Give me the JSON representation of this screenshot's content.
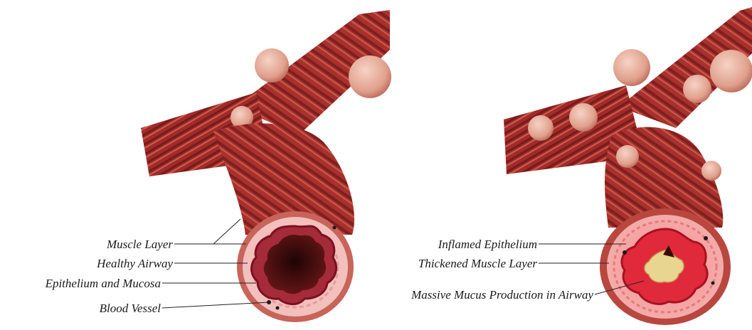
{
  "left_panel": {
    "labels": {
      "muscle_layer": "Muscle Layer",
      "healthy_airway": "Healthy Airway",
      "epithelium_mucosa": "Epithelium and Mucosa",
      "blood_vessel": "Blood Vessel"
    }
  },
  "right_panel": {
    "labels": {
      "inflamed_epithelium": "Inflamed Epithelium",
      "thickened_muscle": "Thickened Muscle Layer",
      "mucus": "Massive Mucus Production in Airway"
    }
  },
  "colors": {
    "muscle_dark": "#7e1f1f",
    "muscle": "#a8312d",
    "muscle_light": "#c85b4e",
    "mucosa_pink": "#f0b8b8",
    "inflamed_red": "#e02a3b",
    "mucus_yellow": "#e8d590",
    "lumen_dark": "#3a0a0a",
    "alveoli": "#e6a593"
  }
}
